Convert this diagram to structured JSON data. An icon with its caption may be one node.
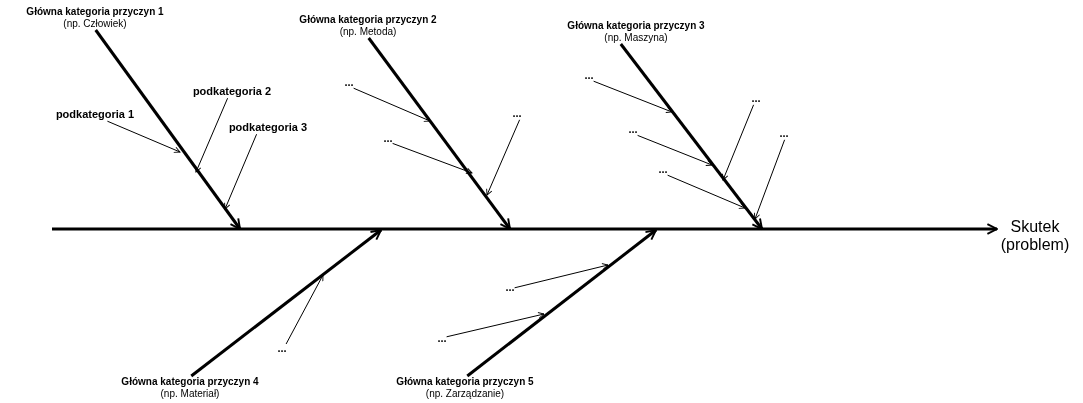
{
  "diagram": {
    "nodes": [
      {
        "text": [
          "Główna kategoria przyczyn 1",
          "(np. Człowiek)"
        ]
      },
      {
        "text": [
          "Główna kategoria przyczyn 2",
          "(np. Metoda)"
        ]
      },
      {
        "text": [
          "Główna kategoria przyczyn 3",
          "(np. Maszyna)"
        ]
      },
      {
        "text": [
          "podkategoria 2"
        ]
      },
      {
        "text": [
          "..."
        ]
      },
      {
        "text": [
          "..."
        ]
      },
      {
        "text": [
          "..."
        ]
      },
      {
        "text": [
          "podkategoria 1"
        ]
      },
      {
        "text": [
          "..."
        ]
      },
      {
        "text": [
          "podkategoria 3"
        ]
      },
      {
        "text": [
          "..."
        ]
      },
      {
        "text": [
          "..."
        ]
      },
      {
        "text": [
          "..."
        ]
      },
      {
        "text": [
          "..."
        ]
      },
      {
        "text": [
          "Skutek (problem)"
        ]
      },
      {
        "text": [
          "..."
        ]
      },
      {
        "text": [
          "..."
        ]
      },
      {
        "text": [
          "..."
        ]
      },
      {
        "text": [
          "Główna kategoria przyczyn 4",
          "(np. Materiał)"
        ]
      },
      {
        "text": [
          "Główna kategoria przyczyn 5",
          "(np. Zarządzanie)"
        ]
      }
    ],
    "edges": [
      {
        "from": null,
        "to": 14,
        "arrow": "to",
        "style": "thick"
      },
      {
        "from": 0,
        "to": null,
        "arrow": "to",
        "style": "thick"
      },
      {
        "from": 1,
        "to": null,
        "arrow": "to",
        "style": "thick"
      },
      {
        "from": 2,
        "to": null,
        "arrow": "to",
        "style": "thick"
      },
      {
        "from": 18,
        "to": null,
        "arrow": "to",
        "style": "thick"
      },
      {
        "from": 19,
        "to": null,
        "arrow": "to",
        "style": "thick"
      },
      {
        "from": 7,
        "to": null,
        "arrow": "to"
      },
      {
        "from": 3,
        "to": null,
        "arrow": "to"
      },
      {
        "from": 9,
        "to": null,
        "arrow": "to"
      },
      {
        "from": 4,
        "to": null,
        "arrow": "to"
      },
      {
        "from": 10,
        "to": null,
        "arrow": "to"
      },
      {
        "from": 8,
        "to": null,
        "arrow": "to"
      },
      {
        "from": 5,
        "to": null,
        "arrow": "to"
      },
      {
        "from": 11,
        "to": null,
        "arrow": "to"
      },
      {
        "from": 13,
        "to": null,
        "arrow": "to"
      },
      {
        "from": 6,
        "to": null,
        "arrow": "to"
      },
      {
        "from": 12,
        "to": null,
        "arrow": "to"
      },
      {
        "from": 17,
        "to": null,
        "arrow": "to"
      },
      {
        "from": 15,
        "to": null,
        "arrow": "to"
      },
      {
        "from": 16,
        "to": null,
        "arrow": "to"
      }
    ]
  }
}
